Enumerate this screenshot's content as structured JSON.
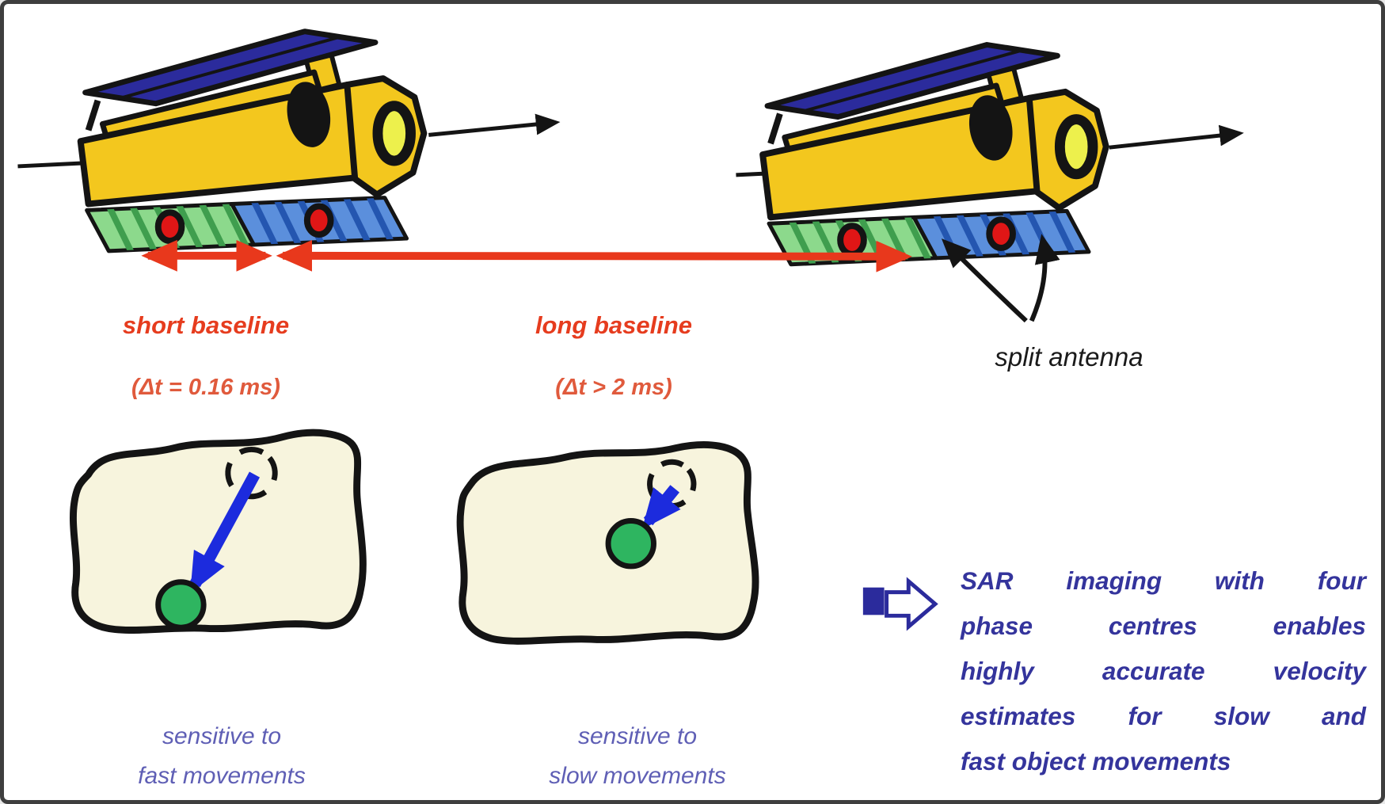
{
  "figure": {
    "short_baseline": {
      "label": "short baseline",
      "delta_t": "(Δt = 0.16 ms)"
    },
    "long_baseline": {
      "label": "long baseline",
      "delta_t": "(Δt > 2 ms)"
    },
    "split_antenna_label": "split antenna",
    "left_panel_caption": {
      "line1": "sensitive to",
      "line2": "fast movements"
    },
    "right_panel_caption": {
      "line1": "sensitive to",
      "line2": "slow movements"
    },
    "sar_note_lines": [
      "SAR imaging with four",
      "phase centres enables",
      "highly accurate velocity",
      "estimates for slow and",
      "fast object movements"
    ],
    "sar_note_text": "SAR imaging with four phase centres enables highly accurate velocity estimates for slow and fast object movements"
  },
  "colors": {
    "baseline_arrow_red": "#e8381c",
    "baseline_label_red": "#e63c1e",
    "note_blue": "#34349c",
    "sensitive_blue": "#5f5fb5",
    "satellite_body_yellow": "#f3c71e",
    "solar_panel_blue": "#2b2b9c",
    "antenna_green": "#8cd98c",
    "antenna_blue": "#5b8fdc",
    "phase_centre_red": "#e01616",
    "motion_arrow_blue": "#1c2bdd",
    "target_green": "#2eb560",
    "ground_patch_cream": "#f7f4dd",
    "outline_black": "#141414"
  }
}
